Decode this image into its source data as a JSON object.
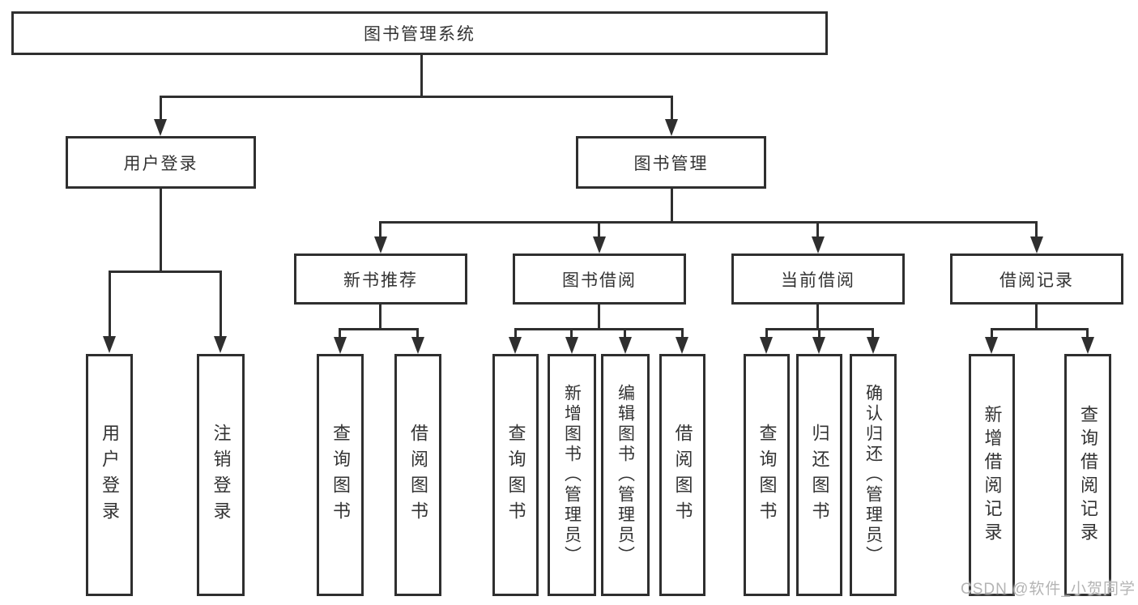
{
  "root": {
    "label": "图书管理系统"
  },
  "branch_user": {
    "label": "用户登录",
    "leaf_login": "用户登录",
    "leaf_logout": "注销登录"
  },
  "branch_books": {
    "label": "图书管理",
    "group_new_book": {
      "label": "新书推荐",
      "leaf_query": "查询图书",
      "leaf_borrow": "借阅图书"
    },
    "group_borrow": {
      "label": "图书借阅",
      "leaf_query": "查询图书",
      "leaf_add": "新增图书（管理员）",
      "leaf_edit": "编辑图书（管理员）",
      "leaf_borrow": "借阅图书"
    },
    "group_current": {
      "label": "当前借阅",
      "leaf_query": "查询图书",
      "leaf_return": "归还图书",
      "leaf_confirm": "确认归还（管理员）"
    },
    "group_records": {
      "label": "借阅记录",
      "leaf_add": "新增借阅记录",
      "leaf_query": "查询借阅记录"
    }
  },
  "watermark": {
    "text": "CSDN @软件_小贺同学"
  },
  "colors": {
    "line": "#2f2f2f",
    "text": "#333333",
    "watermark": "#b4b4b4",
    "background": "#ffffff"
  }
}
